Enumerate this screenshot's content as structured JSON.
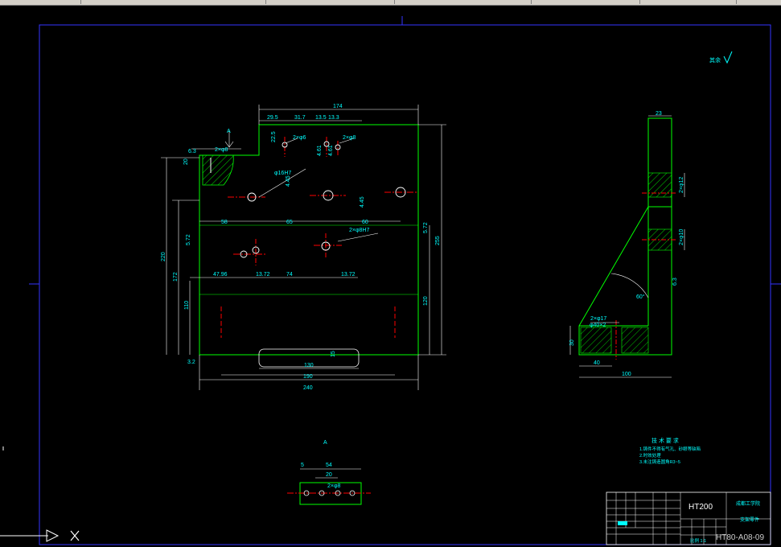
{
  "material": "HT200",
  "drawing_number": "HT80-A08-09",
  "title_block": {
    "name": "支架零件",
    "company": "成都工学院",
    "scale_text": "比例 1:1"
  },
  "section_view_label": "A",
  "view_arrow_label": "A",
  "main_view": {
    "dims_top": [
      "174",
      "29.5",
      "31.7",
      "13.5",
      "13.3"
    ],
    "holes_top": [
      "2×φ6",
      "2×φ8"
    ],
    "left_callout": "2×φ8",
    "center_callout": "φ16H7",
    "right_callout": "2×φ8H7",
    "row1": [
      "58",
      "65",
      "60"
    ],
    "row2": [
      "47.96",
      "13.72",
      "74",
      "13.72"
    ],
    "vertical_left": [
      "20",
      "220",
      "172",
      "110"
    ],
    "vertical_right": [
      "5.72",
      "255",
      "120"
    ],
    "small_left": [
      "4.45",
      "4.45",
      "5.72",
      "22.5",
      "4.61",
      "4.61"
    ],
    "bottom": [
      "130",
      "190",
      "240"
    ],
    "slot_depth": "15",
    "roughness": "6.3",
    "corner_mark": "3.2"
  },
  "side_view": {
    "top_width": "23",
    "holes": [
      "2×φ12",
      "2×φ10"
    ],
    "angle": "60°",
    "base_callout": "2×φ17",
    "base_sub": "φ40×2",
    "base_height": "30",
    "base_left": "40",
    "base_total": "100",
    "roughness": "6.3"
  },
  "bottom_view": {
    "dims": [
      "5",
      "54",
      "20"
    ],
    "callout": "2×φ8"
  },
  "tech_notes": {
    "title": "技 术 要 求",
    "lines": [
      "1.铸件不得有气孔、砂眼等缺陷",
      "2.时效处理",
      "3.未注铸造圆角R3~5"
    ]
  },
  "roughness_other": "其余",
  "colors": {
    "frame": "#0000ff",
    "outline": "#00ff00",
    "dimension": "#00ffff",
    "center": "#ff0000",
    "hatch": "#00ff00"
  }
}
